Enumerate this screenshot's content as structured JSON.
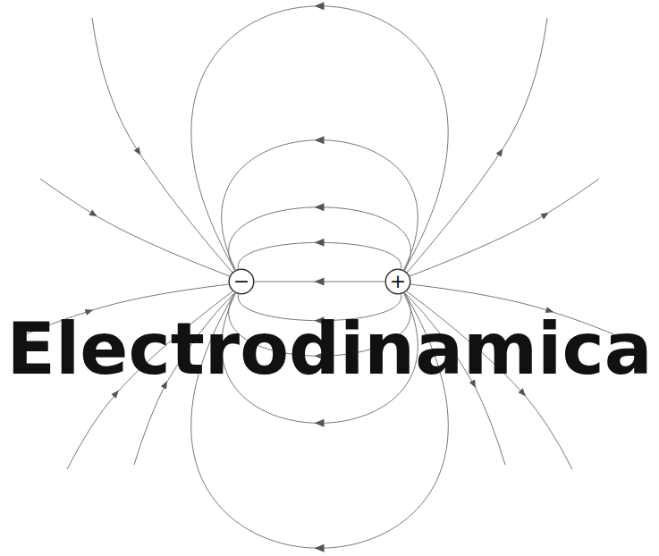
{
  "diagram": {
    "title": "Electrodinamica",
    "nodes": [
      {
        "text": [
          "−"
        ]
      },
      {
        "text": [
          "+"
        ]
      }
    ],
    "edges": [
      {
        "from": 1,
        "to": 0,
        "arrow": "to"
      },
      {
        "from": 1,
        "to": 0,
        "arrow": "to"
      },
      {
        "from": 1,
        "to": 0,
        "arrow": "to"
      },
      {
        "from": 1,
        "to": 0,
        "arrow": "to"
      },
      {
        "from": 1,
        "to": 0,
        "arrow": "to"
      },
      {
        "from": 1,
        "to": 0,
        "arrow": "to"
      },
      {
        "from": 1,
        "to": 0,
        "arrow": "to"
      },
      {
        "from": 1,
        "to": 0,
        "arrow": "to"
      },
      {
        "from": 1,
        "to": 0,
        "arrow": "to"
      }
    ]
  }
}
